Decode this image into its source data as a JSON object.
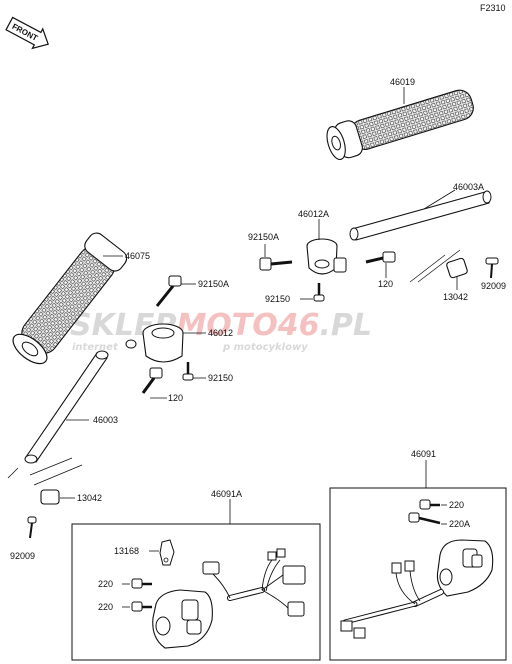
{
  "figure_code": "F2310",
  "front_label": "FRONT",
  "watermark": {
    "brand_part1": "SKLEP",
    "brand_part2": "MOTO46",
    "brand_part3": ".PL",
    "tagline_left": "internet",
    "tagline_right": "p motocyklowy"
  },
  "parts": {
    "p46019": "46019",
    "p46003A": "46003A",
    "p46012A": "46012A",
    "p92150A_upper": "92150A",
    "p120_upper": "120",
    "p92150_upper": "92150",
    "p13042_upper": "13042",
    "p92009_upper": "92009",
    "p46075": "46075",
    "p92150A_lower": "92150A",
    "p46012": "46012",
    "p92150_lower": "92150",
    "p120_lower": "120",
    "p46003": "46003",
    "p13042_lower": "13042",
    "p92009_lower": "92009",
    "p46091": "46091",
    "p220_right": "220",
    "p220A": "220A",
    "p46091A": "46091A",
    "p13168": "13168",
    "p220_left1": "220",
    "p220_left2": "220"
  }
}
